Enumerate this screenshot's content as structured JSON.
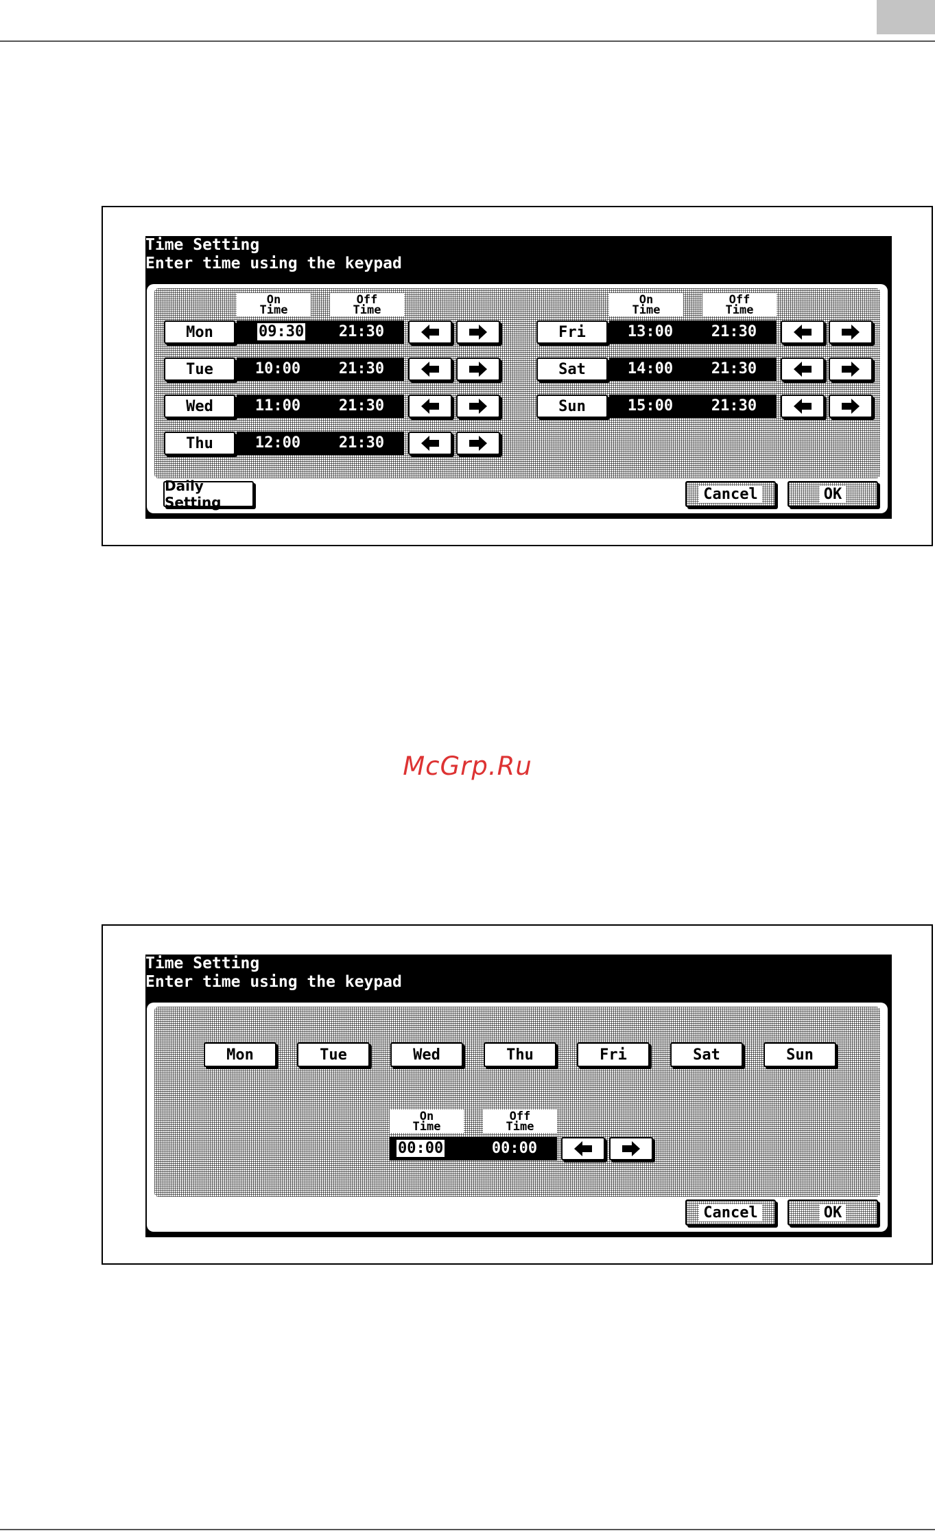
{
  "screen1": {
    "title": "Time Setting",
    "subtitle": "Enter time using the keypad",
    "headers": {
      "on": "On\nTime",
      "off": "Off\nTime"
    },
    "days_left": [
      {
        "day": "Mon",
        "on": "09:30",
        "off": "21:30"
      },
      {
        "day": "Tue",
        "on": "10:00",
        "off": "21:30"
      },
      {
        "day": "Wed",
        "on": "11:00",
        "off": "21:30"
      },
      {
        "day": "Thu",
        "on": "12:00",
        "off": "21:30"
      }
    ],
    "days_right": [
      {
        "day": "Fri",
        "on": "13:00",
        "off": "21:30"
      },
      {
        "day": "Sat",
        "on": "14:00",
        "off": "21:30"
      },
      {
        "day": "Sun",
        "on": "15:00",
        "off": "21:30"
      }
    ],
    "daily_setting": "Daily Setting",
    "cancel": "Cancel",
    "ok": "OK"
  },
  "screen2": {
    "title": "Time Setting",
    "subtitle": "Enter time using the keypad",
    "days": [
      "Mon",
      "Tue",
      "Wed",
      "Thu",
      "Fri",
      "Sat",
      "Sun"
    ],
    "headers": {
      "on": "On\nTime",
      "off": "Off\nTime"
    },
    "on_time": "00:00",
    "off_time": "00:00",
    "cancel": "Cancel",
    "ok": "OK"
  },
  "watermark": "McGrp.Ru",
  "icons": {
    "left": "left-arrow-icon",
    "right": "right-arrow-icon"
  }
}
